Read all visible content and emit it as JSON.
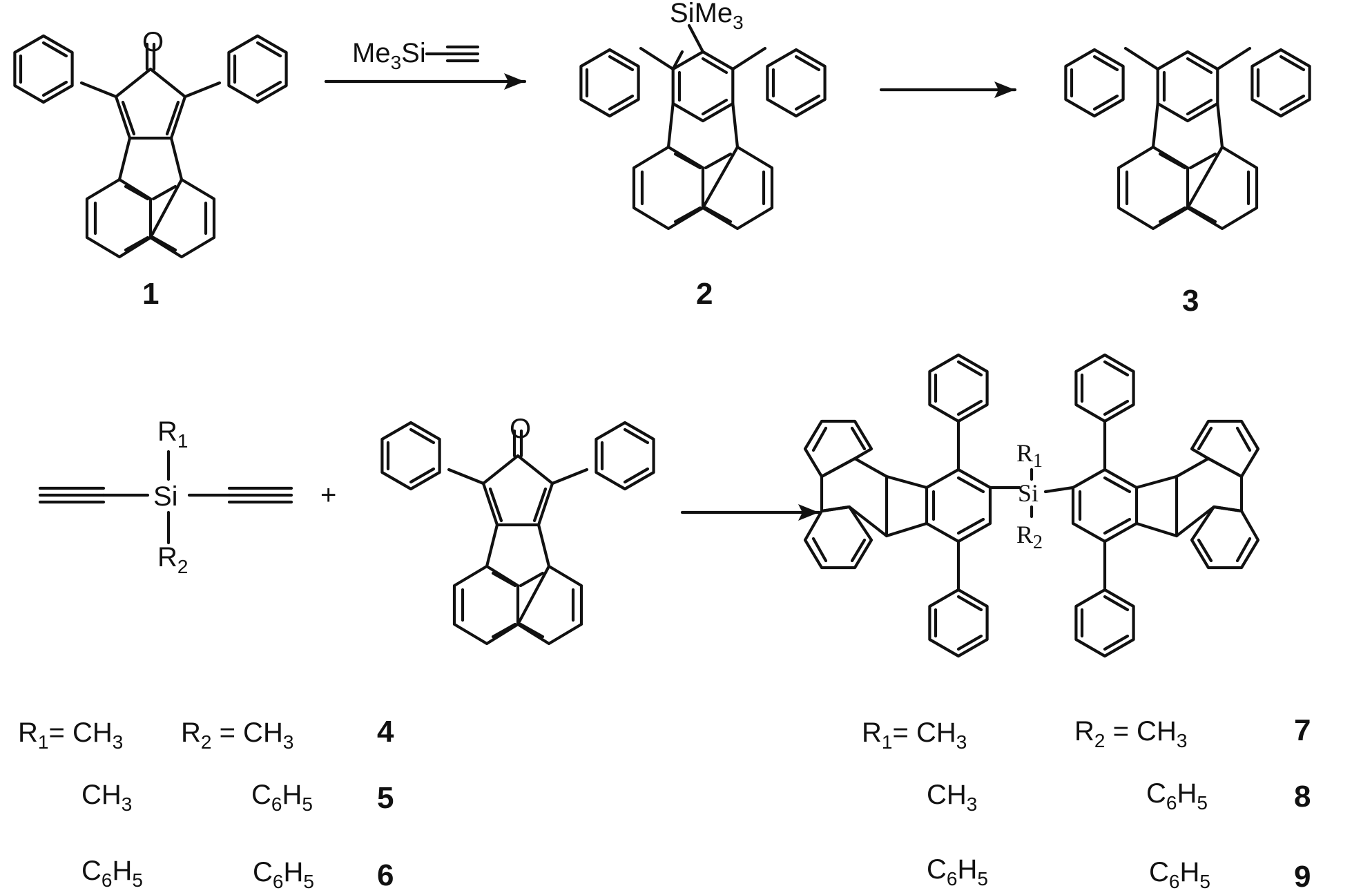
{
  "reagent_top": {
    "prefix": "Me",
    "sub": "3",
    "suffix": "Si"
  },
  "compound_2_substituent": {
    "prefix": "SiMe",
    "sub": "3"
  },
  "oxygen_label": "O",
  "silicon_label": "Si",
  "plus_sign": "+",
  "compound_numbers": {
    "c1": "1",
    "c2": "2",
    "c3": "3",
    "c4": "4",
    "c5": "5",
    "c6": "6",
    "c7": "7",
    "c8": "8",
    "c9": "9"
  },
  "r_labels": {
    "r1": {
      "letter": "R",
      "sub": "1"
    },
    "r2": {
      "letter": "R",
      "sub": "2"
    }
  },
  "table_left": {
    "header_r1": {
      "letter": "R",
      "sub": "1",
      "eq": "= CH",
      "sub2": "3"
    },
    "header_r2": {
      "letter": "R",
      "sub": "2",
      "eq": " = CH",
      "sub2": "3"
    },
    "row2_r1": {
      "a": "CH",
      "b": "3",
      "c": ""
    },
    "row2_r2": {
      "a": "C",
      "b": "6",
      "c": "H",
      "d": "5"
    },
    "row3_r1": {
      "a": "C",
      "b": "6",
      "c": "H",
      "d": "5"
    },
    "row3_r2": {
      "a": "C",
      "b": "6",
      "c": "H",
      "d": "5"
    }
  },
  "table_right": {
    "header_r1": {
      "letter": "R",
      "sub": "1",
      "eq": "= CH",
      "sub2": "3"
    },
    "header_r2": {
      "letter": "R",
      "sub": "2",
      "eq": " = CH",
      "sub2": "3"
    },
    "row2_r1": {
      "a": "CH",
      "b": "3",
      "c": ""
    },
    "row2_r2": {
      "a": "C",
      "b": "6",
      "c": "H",
      "d": "5"
    },
    "row3_r1": {
      "a": "C",
      "b": "6",
      "c": "H",
      "d": "5"
    },
    "row3_r2": {
      "a": "C",
      "b": "6",
      "c": "H",
      "d": "5"
    }
  }
}
